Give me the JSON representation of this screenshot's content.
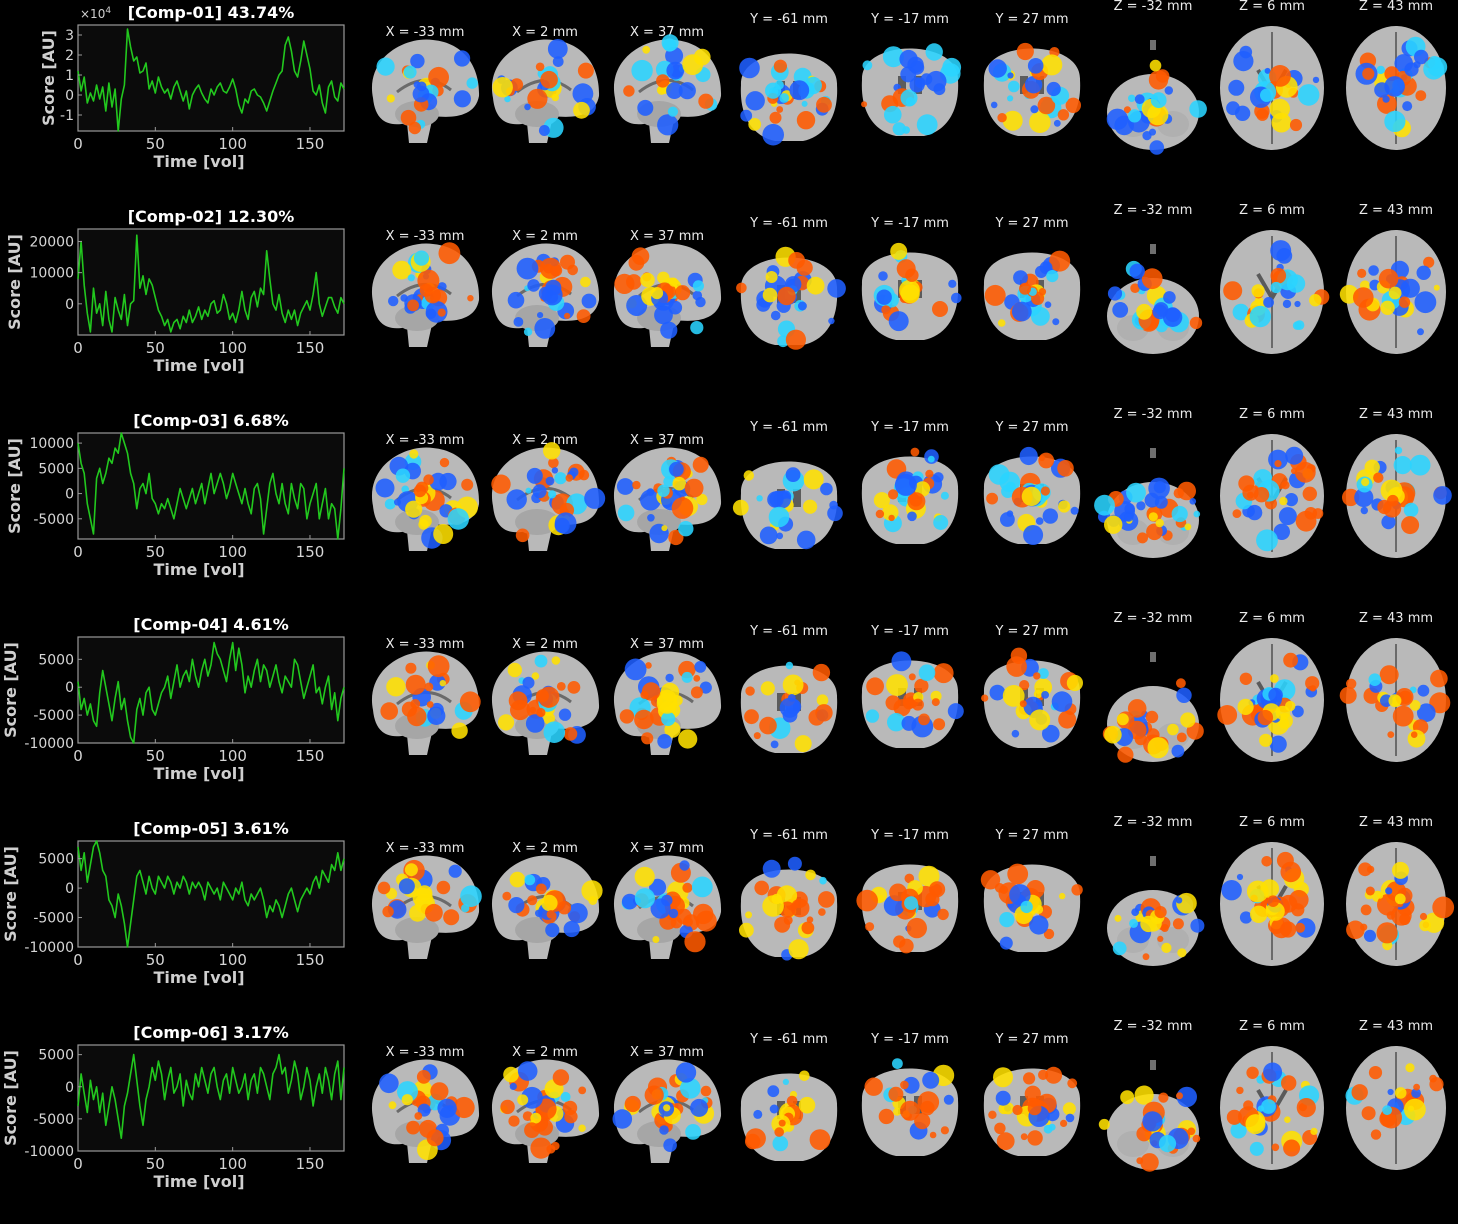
{
  "figure": {
    "time_axis_label": "Time [vol]",
    "score_axis_label": "Score [AU]",
    "x_ticks": [
      "0",
      "50",
      "100",
      "150"
    ],
    "exponent_label": "×10",
    "exponent_power": "4",
    "line_color": "#22c81e",
    "axis_color": "#9a9a9a",
    "plot_bg": "#0b0b0b",
    "slice_labels": [
      "X = -33 mm",
      "X = 2 mm",
      "X = 37 mm",
      "Y = -61 mm",
      "Y = -17 mm",
      "Y = 27 mm",
      "Z = -32 mm",
      "Z = 6 mm",
      "Z = 43 mm"
    ],
    "overlay_colors": {
      "positive_low": "#ff5a00",
      "positive_high": "#ffe000",
      "negative_low": "#1f5fff",
      "negative_high": "#2ad4ff",
      "brain": "#b9b9b9"
    }
  },
  "components": [
    {
      "title": "[Comp-01] 43.74%",
      "y_ticks": [
        "3",
        "2",
        "1",
        "0",
        "-1"
      ],
      "exponent": true
    },
    {
      "title": "[Comp-02] 12.30%",
      "y_ticks": [
        "20000",
        "10000",
        "0"
      ],
      "exponent": false
    },
    {
      "title": "[Comp-03] 6.68%",
      "y_ticks": [
        "10000",
        "5000",
        "0",
        "-5000"
      ],
      "exponent": false
    },
    {
      "title": "[Comp-04] 4.61%",
      "y_ticks": [
        "5000",
        "0",
        "-5000",
        "-10000"
      ],
      "exponent": false
    },
    {
      "title": "[Comp-05] 3.61%",
      "y_ticks": [
        "5000",
        "0",
        "-5000",
        "-10000"
      ],
      "exponent": false
    },
    {
      "title": "[Comp-06] 3.17%",
      "y_ticks": [
        "5000",
        "0",
        "-5000",
        "-10000"
      ],
      "exponent": false
    }
  ],
  "chart_data": [
    {
      "type": "line",
      "title": "[Comp-01] 43.74%",
      "xlabel": "Time [vol]",
      "ylabel": "Score [AU]",
      "xlim": [
        0,
        172
      ],
      "ylim": [
        -18000,
        35000
      ],
      "x": [
        0,
        2,
        4,
        6,
        8,
        10,
        12,
        14,
        16,
        18,
        20,
        22,
        24,
        26,
        28,
        30,
        32,
        34,
        36,
        38,
        40,
        42,
        44,
        46,
        48,
        50,
        52,
        54,
        56,
        58,
        60,
        62,
        64,
        66,
        68,
        70,
        72,
        74,
        76,
        78,
        80,
        82,
        84,
        86,
        88,
        90,
        92,
        94,
        96,
        98,
        100,
        102,
        104,
        106,
        108,
        110,
        112,
        114,
        116,
        118,
        120,
        122,
        124,
        126,
        128,
        130,
        132,
        134,
        136,
        138,
        140,
        142,
        144,
        146,
        148,
        150,
        152,
        154,
        156,
        158,
        160,
        162,
        164,
        166,
        168,
        170,
        172
      ],
      "series": [
        {
          "values": [
            12000,
            2000,
            9000,
            -4000,
            1000,
            -3000,
            5000,
            -2000,
            4000,
            -8000,
            6000,
            -6000,
            3000,
            -18000,
            -2000,
            5000,
            33000,
            24000,
            17000,
            19000,
            11000,
            12000,
            16000,
            3000,
            7000,
            1000,
            9000,
            4000,
            1000,
            3000,
            -2000,
            4000,
            7000,
            2000,
            -3000,
            2000,
            -7000,
            0,
            3000,
            5000,
            1000,
            -2000,
            -4000,
            3000,
            0,
            4000,
            6000,
            2000,
            1000,
            4000,
            8000,
            3000,
            -5000,
            -9000,
            -2000,
            -4000,
            2000,
            3000,
            0,
            -1000,
            -4000,
            -8000,
            -3000,
            2000,
            6000,
            10000,
            12000,
            25000,
            29000,
            22000,
            12000,
            9000,
            17000,
            27000,
            20000,
            13000,
            2000,
            0,
            5000,
            -4000,
            -9000,
            4000,
            7000,
            -1000,
            -3000,
            6000,
            3000
          ]
        }
      ]
    },
    {
      "type": "line",
      "title": "[Comp-02] 12.30%",
      "xlabel": "Time [vol]",
      "ylabel": "Score [AU]",
      "xlim": [
        0,
        172
      ],
      "ylim": [
        -10000,
        24000
      ],
      "x": [
        0,
        2,
        4,
        6,
        8,
        10,
        12,
        14,
        16,
        18,
        20,
        22,
        24,
        26,
        28,
        30,
        32,
        34,
        36,
        38,
        40,
        42,
        44,
        46,
        48,
        50,
        52,
        54,
        56,
        58,
        60,
        62,
        64,
        66,
        68,
        70,
        72,
        74,
        76,
        78,
        80,
        82,
        84,
        86,
        88,
        90,
        92,
        94,
        96,
        98,
        100,
        102,
        104,
        106,
        108,
        110,
        112,
        114,
        116,
        118,
        120,
        122,
        124,
        126,
        128,
        130,
        132,
        134,
        136,
        138,
        140,
        142,
        144,
        146,
        148,
        150,
        152,
        154,
        156,
        158,
        160,
        162,
        164,
        166,
        168,
        170,
        172
      ],
      "series": [
        {
          "values": [
            8000,
            20000,
            6000,
            -3000,
            -9000,
            5000,
            -3000,
            0,
            -7000,
            4000,
            -5000,
            -9000,
            2000,
            -2000,
            -5000,
            3000,
            -7000,
            0,
            1000,
            22000,
            5000,
            9000,
            3000,
            8000,
            6000,
            2000,
            -2000,
            -4000,
            -7000,
            -5000,
            -9000,
            -6000,
            -5000,
            -8000,
            -4000,
            -6000,
            -2000,
            -6000,
            -4000,
            -1000,
            -5000,
            -2000,
            -4000,
            0,
            1000,
            -3000,
            -2000,
            3000,
            0,
            -5000,
            -3000,
            -6000,
            -2000,
            4000,
            -2000,
            -5000,
            2000,
            4000,
            -1000,
            5000,
            3000,
            17000,
            8000,
            0,
            -2000,
            3000,
            -3000,
            -6000,
            -2000,
            -5000,
            -2000,
            -7000,
            -3000,
            -1000,
            1000,
            -2000,
            3000,
            10000,
            0,
            -4000,
            -1000,
            2000,
            2000,
            -1000,
            -3000,
            2000,
            0
          ]
        }
      ]
    },
    {
      "type": "line",
      "title": "[Comp-03] 6.68%",
      "xlabel": "Time [vol]",
      "ylabel": "Score [AU]",
      "xlim": [
        0,
        172
      ],
      "ylim": [
        -9000,
        12000
      ],
      "x": [
        0,
        2,
        4,
        6,
        8,
        10,
        12,
        14,
        16,
        18,
        20,
        22,
        24,
        26,
        28,
        30,
        32,
        34,
        36,
        38,
        40,
        42,
        44,
        46,
        48,
        50,
        52,
        54,
        56,
        58,
        60,
        62,
        64,
        66,
        68,
        70,
        72,
        74,
        76,
        78,
        80,
        82,
        84,
        86,
        88,
        90,
        92,
        94,
        96,
        98,
        100,
        102,
        104,
        106,
        108,
        110,
        112,
        114,
        116,
        118,
        120,
        122,
        124,
        126,
        128,
        130,
        132,
        134,
        136,
        138,
        140,
        142,
        144,
        146,
        148,
        150,
        152,
        154,
        156,
        158,
        160,
        162,
        164,
        166,
        168,
        170,
        172
      ],
      "series": [
        {
          "values": [
            10000,
            6000,
            4000,
            -2000,
            -5000,
            -8000,
            3000,
            5000,
            2000,
            4000,
            7000,
            6000,
            9000,
            8000,
            12000,
            10000,
            8000,
            4000,
            2000,
            -3000,
            1000,
            2000,
            0,
            4000,
            -1000,
            -2000,
            -4000,
            -2000,
            -3000,
            -1000,
            -3000,
            -5000,
            -2000,
            1000,
            -1000,
            -3000,
            -1000,
            1000,
            -2000,
            0,
            2000,
            -2000,
            1000,
            4000,
            0,
            2000,
            4000,
            2000,
            -1000,
            1000,
            4000,
            2000,
            0,
            -2000,
            1000,
            -2000,
            -4000,
            1000,
            2000,
            -1000,
            -8000,
            -3000,
            2000,
            4000,
            0,
            -2000,
            2000,
            -2000,
            -4000,
            2000,
            -1000,
            -3000,
            2000,
            1000,
            -5000,
            -2000,
            0,
            2000,
            -5000,
            -2000,
            1000,
            -5000,
            -2000,
            -3000,
            -9000,
            -3000,
            5000
          ]
        }
      ]
    },
    {
      "type": "line",
      "title": "[Comp-04] 4.61%",
      "xlabel": "Time [vol]",
      "ylabel": "Score [AU]",
      "xlim": [
        0,
        172
      ],
      "ylim": [
        -10000,
        9000
      ],
      "x": [
        0,
        2,
        4,
        6,
        8,
        10,
        12,
        14,
        16,
        18,
        20,
        22,
        24,
        26,
        28,
        30,
        32,
        34,
        36,
        38,
        40,
        42,
        44,
        46,
        48,
        50,
        52,
        54,
        56,
        58,
        60,
        62,
        64,
        66,
        68,
        70,
        72,
        74,
        76,
        78,
        80,
        82,
        84,
        86,
        88,
        90,
        92,
        94,
        96,
        98,
        100,
        102,
        104,
        106,
        108,
        110,
        112,
        114,
        116,
        118,
        120,
        122,
        124,
        126,
        128,
        130,
        132,
        134,
        136,
        138,
        140,
        142,
        144,
        146,
        148,
        150,
        152,
        154,
        156,
        158,
        160,
        162,
        164,
        166,
        168,
        170,
        172
      ],
      "series": [
        {
          "values": [
            1000,
            -4000,
            -2000,
            -5000,
            -3000,
            -6000,
            -7000,
            -1000,
            3000,
            0,
            -3000,
            -6000,
            -2000,
            1000,
            -4000,
            -2000,
            -6000,
            -9000,
            -10000,
            -4000,
            -2000,
            -5000,
            -1000,
            0,
            -4000,
            -5000,
            -3000,
            -1000,
            0,
            2000,
            -2000,
            1000,
            4000,
            0,
            2000,
            3000,
            1000,
            5000,
            2000,
            0,
            3000,
            5000,
            2000,
            4000,
            8000,
            6000,
            5000,
            3000,
            1000,
            5000,
            8000,
            3000,
            7000,
            4000,
            -1000,
            2000,
            0,
            3000,
            5000,
            1000,
            4000,
            3000,
            0,
            2000,
            4000,
            1000,
            -1000,
            2000,
            1000,
            0,
            5000,
            4000,
            1000,
            -2000,
            0,
            2000,
            4000,
            -1000,
            0,
            -3000,
            0,
            2000,
            -4000,
            -1000,
            -6000,
            -2000,
            0
          ]
        }
      ]
    },
    {
      "type": "line",
      "title": "[Comp-05] 3.61%",
      "xlabel": "Time [vol]",
      "ylabel": "Score [AU]",
      "xlim": [
        0,
        172
      ],
      "ylim": [
        -10000,
        8000
      ],
      "x": [
        0,
        2,
        4,
        6,
        8,
        10,
        12,
        14,
        16,
        18,
        20,
        22,
        24,
        26,
        28,
        30,
        32,
        34,
        36,
        38,
        40,
        42,
        44,
        46,
        48,
        50,
        52,
        54,
        56,
        58,
        60,
        62,
        64,
        66,
        68,
        70,
        72,
        74,
        76,
        78,
        80,
        82,
        84,
        86,
        88,
        90,
        92,
        94,
        96,
        98,
        100,
        102,
        104,
        106,
        108,
        110,
        112,
        114,
        116,
        118,
        120,
        122,
        124,
        126,
        128,
        130,
        132,
        134,
        136,
        138,
        140,
        142,
        144,
        146,
        148,
        150,
        152,
        154,
        156,
        158,
        160,
        162,
        164,
        166,
        168,
        170,
        172
      ],
      "series": [
        {
          "values": [
            7000,
            3000,
            6000,
            1000,
            4000,
            7000,
            8000,
            6000,
            3000,
            2000,
            -2000,
            -3000,
            -5000,
            -1000,
            -3000,
            -6000,
            -10000,
            -6000,
            -2000,
            2000,
            3000,
            1000,
            -1000,
            2000,
            0,
            -1000,
            2000,
            1000,
            0,
            2000,
            1000,
            -1000,
            1000,
            0,
            2000,
            1000,
            -1000,
            1000,
            0,
            1000,
            0,
            -2000,
            1000,
            0,
            -1000,
            0,
            -2000,
            1000,
            0,
            -1000,
            -2000,
            0,
            -1000,
            1000,
            -2000,
            -3000,
            -1000,
            -2000,
            -1000,
            0,
            -2000,
            -5000,
            -3000,
            -4000,
            -2000,
            -3000,
            -5000,
            -3000,
            -1000,
            0,
            -2000,
            -4000,
            -2000,
            -1000,
            0,
            -1000,
            1000,
            2000,
            0,
            3000,
            2000,
            1000,
            4000,
            3000,
            6000,
            3000,
            5000
          ]
        }
      ]
    },
    {
      "type": "line",
      "title": "[Comp-06] 3.17%",
      "xlabel": "Time [vol]",
      "ylabel": "Score [AU]",
      "xlim": [
        0,
        172
      ],
      "ylim": [
        -10000,
        6500
      ],
      "x": [
        0,
        2,
        4,
        6,
        8,
        10,
        12,
        14,
        16,
        18,
        20,
        22,
        24,
        26,
        28,
        30,
        32,
        34,
        36,
        38,
        40,
        42,
        44,
        46,
        48,
        50,
        52,
        54,
        56,
        58,
        60,
        62,
        64,
        66,
        68,
        70,
        72,
        74,
        76,
        78,
        80,
        82,
        84,
        86,
        88,
        90,
        92,
        94,
        96,
        98,
        100,
        102,
        104,
        106,
        108,
        110,
        112,
        114,
        116,
        118,
        120,
        122,
        124,
        126,
        128,
        130,
        132,
        134,
        136,
        138,
        140,
        142,
        144,
        146,
        148,
        150,
        152,
        154,
        156,
        158,
        160,
        162,
        164,
        166,
        168,
        170,
        172
      ],
      "series": [
        {
          "values": [
            -3000,
            2000,
            -1000,
            -4000,
            1000,
            -2000,
            0,
            -4000,
            -1000,
            -6000,
            -3000,
            0,
            -2000,
            -5000,
            -8000,
            -3000,
            -1000,
            2000,
            5000,
            1000,
            -3000,
            -6000,
            -2000,
            0,
            3000,
            1000,
            4000,
            2000,
            -2000,
            1000,
            3000,
            -1000,
            0,
            2000,
            -3000,
            1000,
            -1000,
            -2000,
            2000,
            0,
            3000,
            1000,
            -1000,
            2000,
            3000,
            0,
            -2000,
            1000,
            2000,
            -1000,
            3000,
            1000,
            -1000,
            0,
            2000,
            -2000,
            1000,
            2000,
            -1000,
            3000,
            2000,
            0,
            -2000,
            2000,
            3000,
            5000,
            2000,
            3000,
            -1000,
            1000,
            4000,
            2000,
            -2000,
            0,
            3000,
            1000,
            -3000,
            0,
            2000,
            -1000,
            3000,
            1000,
            -2000,
            2000,
            4000,
            -2000,
            3000
          ]
        }
      ]
    }
  ]
}
